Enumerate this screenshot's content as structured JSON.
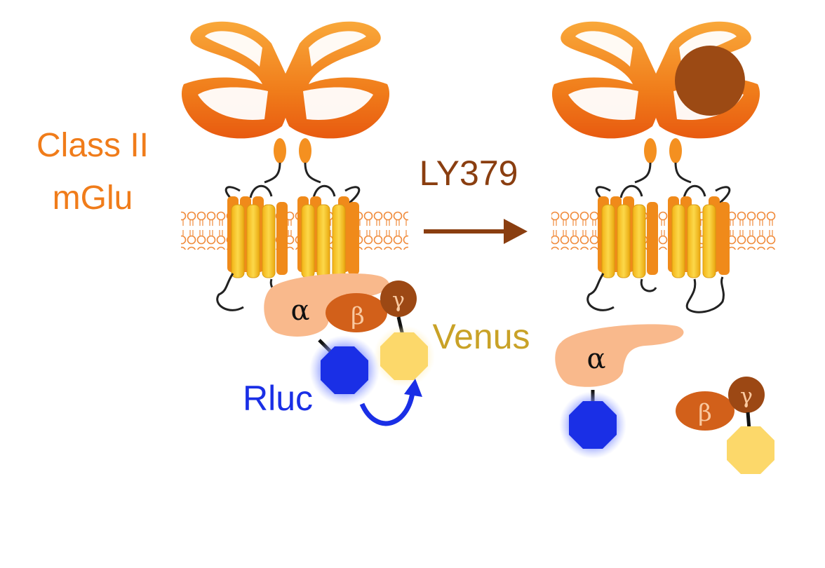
{
  "labels": {
    "receptor_class_line1": "Class II",
    "receptor_class_line2": "mGlu",
    "agonist": "LY379",
    "acceptor": "Venus",
    "donor": "Rluc",
    "alpha": "α",
    "beta": "β",
    "gamma": "γ"
  },
  "colors": {
    "receptor_orange": "#f07c1a",
    "receptor_light": "#f9a83a",
    "helix_yellow": "#f6c21c",
    "agonist_brown": "#9c4a14",
    "arrow_brown": "#8a3e10",
    "alpha_peach": "#f9b98c",
    "beta_orange": "#d2601a",
    "gamma_brown": "#9c4814",
    "venus_yellow": "#fcd86a",
    "venus_text": "#c9a227",
    "rluc_blue": "#1a2fe6",
    "membrane": "#f08a3a"
  },
  "icons": {
    "ligand": "ligand-ball",
    "donor": "rluc-octagon",
    "acceptor": "venus-octagon",
    "bret": "bret-transfer-arrow"
  }
}
